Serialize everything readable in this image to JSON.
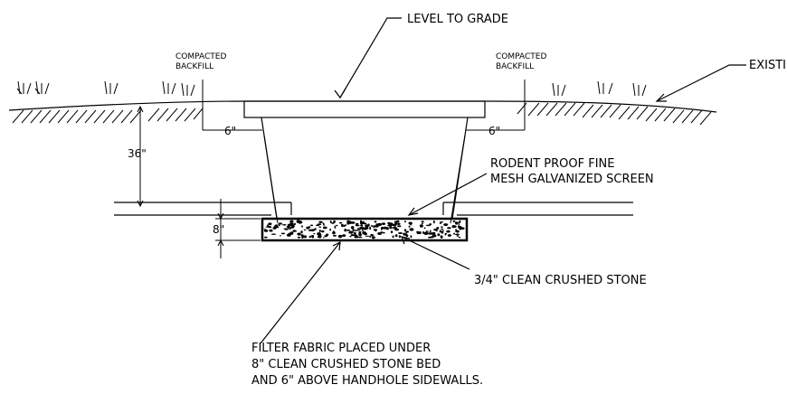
{
  "callouts": {
    "level_to_grade": "LEVEL TO GRADE",
    "existing": "EXISTING",
    "compacted_left_1": "COMPACTED",
    "compacted_left_2": "BACKFILL",
    "compacted_right_1": "COMPACTED",
    "compacted_right_2": "BACKFILL",
    "screen_1": "RODENT PROOF FINE",
    "screen_2": "MESH GALVANIZED SCREEN",
    "stone": "3/4\" CLEAN CRUSHED STONE",
    "fabric_1": "FILTER FABRIC PLACED UNDER",
    "fabric_2": "8\" CLEAN CRUSHED STONE BED",
    "fabric_3": "AND 6\" ABOVE HANDHOLE SIDEWALLS."
  },
  "dimensions": {
    "left_offset": "6\"",
    "right_offset": "6\"",
    "depth": "36\"",
    "bed": "8\""
  }
}
